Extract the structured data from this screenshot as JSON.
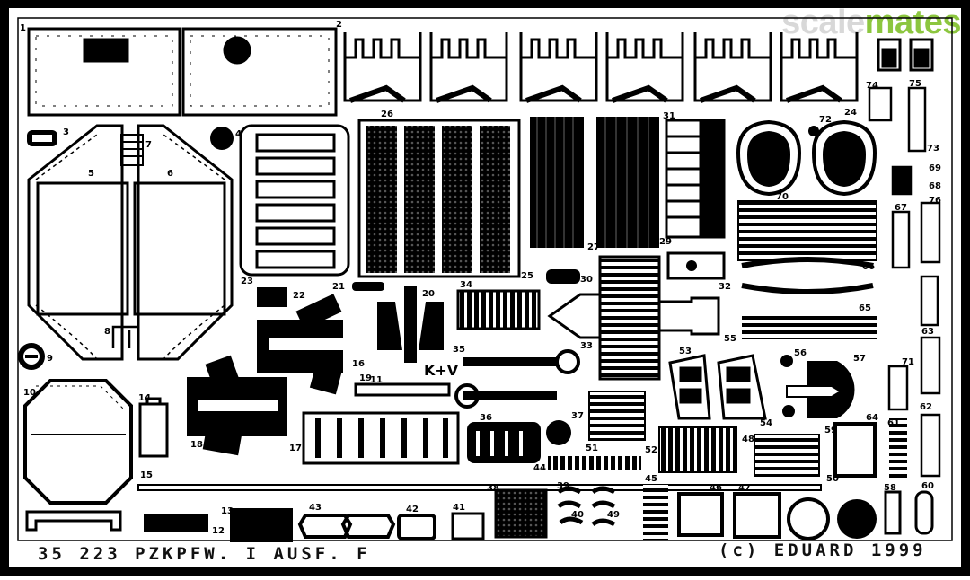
{
  "sheet": {
    "kit_number": "35  223",
    "title": "PZKPFW. I AUSF. F",
    "copyright": "(c)  EDUARD  1999",
    "marking": "K+V",
    "watermark": {
      "part1": "scale",
      "part2": "mates",
      "color1": "#d8d8d8",
      "color2": "#8cc63f"
    }
  },
  "part_numbers": {
    "n1": "1",
    "n2": "2",
    "n3": "3",
    "n4": "4",
    "n5": "5",
    "n6": "6",
    "n7": "7",
    "n8": "8",
    "n9": "9",
    "n10": "10",
    "n11": "11",
    "n12": "12",
    "n13": "13",
    "n14": "14",
    "n15": "15",
    "n16": "16",
    "n17": "17",
    "n18": "18",
    "n19": "19",
    "n20": "20",
    "n21": "21",
    "n22": "22",
    "n23": "23",
    "n24": "24",
    "n25": "25",
    "n26": "26",
    "n27": "27",
    "n29": "29",
    "n30": "30",
    "n31": "31",
    "n32": "32",
    "n33": "33",
    "n34": "34",
    "n35": "35",
    "n36": "36",
    "n37": "37",
    "n38": "38",
    "n39": "39",
    "n40": "40",
    "n41": "41",
    "n42": "42",
    "n43": "43",
    "n44": "44",
    "n45": "45",
    "n46": "46",
    "n47": "47",
    "n48": "48",
    "n49": "49",
    "n50": "50",
    "n51": "51",
    "n52": "52",
    "n53": "53",
    "n54": "54",
    "n55": "55",
    "n56": "56",
    "n57": "57",
    "n58": "58",
    "n59": "59",
    "n60": "60",
    "n61": "61",
    "n62": "62",
    "n63": "63",
    "n64": "64",
    "n65": "65",
    "n66": "66",
    "n67": "67",
    "n68": "68",
    "n69": "69",
    "n70": "70",
    "n71": "71",
    "n72": "72",
    "n73": "73",
    "n74": "74",
    "n75": "75",
    "n76": "76"
  }
}
